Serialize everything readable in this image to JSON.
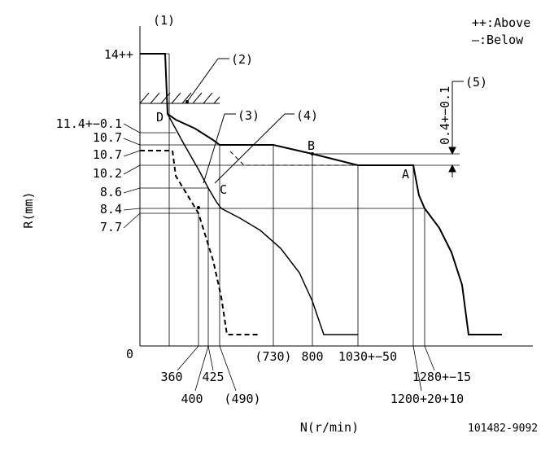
{
  "legend": {
    "above": "++:Above",
    "below": "—:Below"
  },
  "callouts": {
    "c1": "(1)",
    "c2": "(2)",
    "c3": "(3)",
    "c4": "(4)",
    "c5": "(5)"
  },
  "y_labels": {
    "y14": "14++",
    "y11_4": "11.4+−0.1",
    "y10_7a": "10.7",
    "y10_7b": "10.7",
    "y10_2": "10.2",
    "y8_6": "8.6",
    "y8_4": "8.4",
    "y7_7": "7.7",
    "origin": "0"
  },
  "x_labels": {
    "x360": "360",
    "x400": "400",
    "x425": "425",
    "x490": "(490)",
    "x730": "(730)",
    "x800": "800",
    "x1030": "1030+−50",
    "x1200": "1200+20+10",
    "x1280": "1280+−15"
  },
  "points": {
    "A": "A",
    "B": "B",
    "C": "C",
    "D": "D"
  },
  "tolerance": "0.4+−0.1",
  "axis": {
    "y_title": "R(mm)",
    "x_title": "N(r/min)"
  },
  "part_number": "101482-9092"
}
